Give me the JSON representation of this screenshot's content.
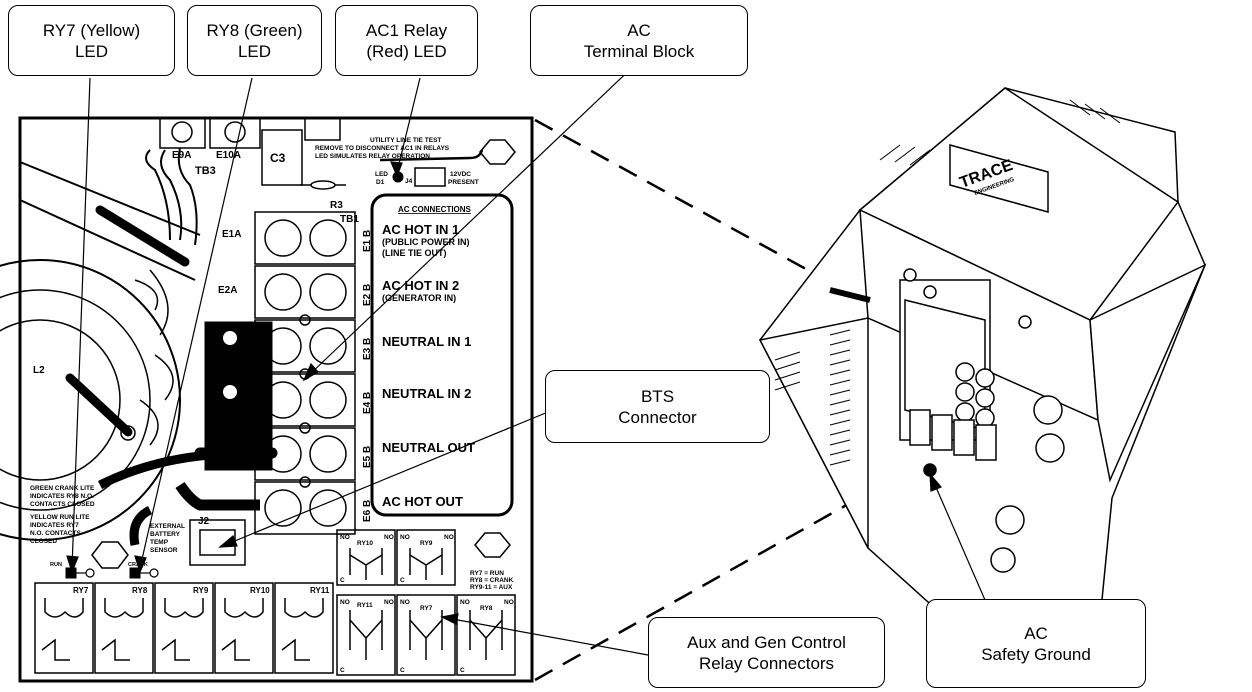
{
  "callouts": {
    "ry7": {
      "line1": "RY7 (Yellow)",
      "line2": "LED"
    },
    "ry8": {
      "line1": "RY8 (Green)",
      "line2": "LED"
    },
    "ac1": {
      "line1": "AC1 Relay",
      "line2": "(Red) LED"
    },
    "ac_block": {
      "line1": "AC",
      "line2": "Terminal Block"
    },
    "bts": {
      "line1": "BTS",
      "line2": "Connector"
    },
    "aux": {
      "line1": "Aux and Gen Control",
      "line2": "Relay Connectors"
    },
    "ground": {
      "line1": "AC",
      "line2": "Safety Ground"
    }
  },
  "board": {
    "e9a": "E9A",
    "e10a": "E10A",
    "tb3": "TB3",
    "c3": "C3",
    "utility_1": "UTILITY LINE TIE TEST",
    "utility_2": "REMOVE TO DISCONNECT AC1 IN RELAYS",
    "utility_3": "LED SIMULATES RELAY OPERATION",
    "led": "LED",
    "d1": "D1",
    "j4": "J4",
    "vdc_1": "12VDC",
    "vdc_2": "PRESENT",
    "r3": "R3",
    "tb1": "TB1",
    "e1a": "E1A",
    "e2a": "E2A",
    "l2": "L2",
    "j2": "J2",
    "terminals": [
      "E1 B",
      "E2 B",
      "E3 B",
      "E4 B",
      "E5 B",
      "E6 B"
    ],
    "ac_connections_title": "AC CONNECTIONS",
    "ac_hot_in_1": "AC HOT IN 1",
    "public_power_in": "(PUBLIC POWER IN)",
    "line_tie_out": "(LINE TIE OUT)",
    "ac_hot_in_2": "AC HOT IN 2",
    "generator_in": "(GENERATOR IN)",
    "neutral_in_1": "NEUTRAL IN 1",
    "neutral_in_2": "NEUTRAL IN 2",
    "neutral_out": "NEUTRAL OUT",
    "ac_hot_out": "AC HOT OUT",
    "green_1": "GREEN CRANK LITE",
    "green_2": "INDICATES RY8 N.O.",
    "green_3": "CONTACTS CLOSED",
    "yellow_1": "YELLOW RUN LITE",
    "yellow_2": "INDICATES RY7",
    "yellow_3": "N.O. CONTACTS",
    "yellow_4": "CLOSED",
    "sensor_1": "EXTERNAL",
    "sensor_2": "BATTERY",
    "sensor_3": "TEMP",
    "sensor_4": "SENSOR",
    "run": "RUN",
    "crank": "CRANK",
    "bottom_relays": [
      "RY7",
      "RY8",
      "RY9",
      "RY10",
      "RY11"
    ],
    "right_relays_top": [
      "RY10",
      "RY9"
    ],
    "right_relays_bottom": [
      "RY11",
      "RY7",
      "RY8"
    ],
    "no": "NO",
    "c": "C",
    "legend_1": "RY7 = RUN",
    "legend_2": "RY8 = CRANK",
    "legend_3": "RY9-11 = AUX"
  },
  "inverter": {
    "brand_1": "TRACE",
    "brand_2": "ENGINEERING"
  }
}
